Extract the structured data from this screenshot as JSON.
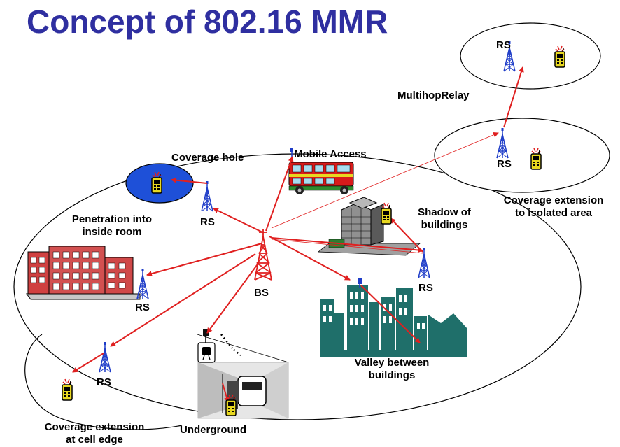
{
  "title": "Concept of 802.16 MMR",
  "labels": {
    "multihop_relay": "MultihopRelay",
    "rs_top": "RS",
    "rs_isolated": "RS",
    "coverage_hole": "Coverage hole",
    "mobile_access": "Mobile Access",
    "penetration_line1": "Penetration into",
    "penetration_line2": "inside room",
    "rs_hole": "RS",
    "shadow_line1": "Shadow of",
    "shadow_line2": "buildings",
    "coverage_isolated_line1": "Coverage extension",
    "coverage_isolated_line2": "to isolated area",
    "bs": "BS",
    "rs_room": "RS",
    "rs_shadow": "RS",
    "valley_line1": "Valley between",
    "valley_line2": "buildings",
    "rs_edge": "RS",
    "coverage_edge_line1": "Coverage extension",
    "coverage_edge_line2": "at cell edge",
    "underground": "Underground"
  },
  "colors": {
    "title": "#2f2fa0",
    "link": "#e02020",
    "tower": "#1e3cc8",
    "bs_tower": "#e02020",
    "city": "#1f6f6a",
    "hole_fill": "#1e50d8"
  }
}
